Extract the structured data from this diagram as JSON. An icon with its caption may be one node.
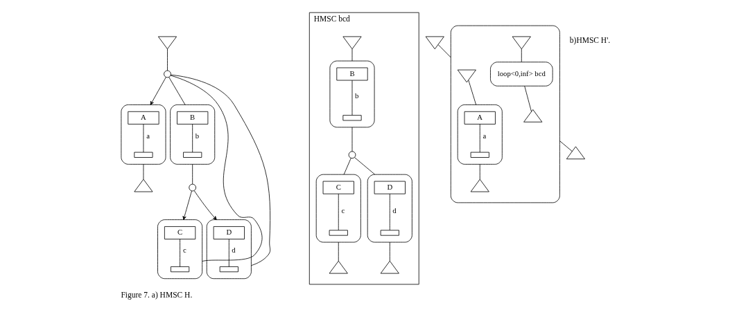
{
  "diagram": {
    "caption": "Figure 7. a) HMSC H.",
    "nodes": [
      {
        "text": [],
        "shape": "invtriangle"
      },
      {
        "text": [],
        "shape": "circle"
      },
      {
        "text": [],
        "shape": "box"
      },
      {
        "text": [
          "A"
        ],
        "in": 2
      },
      {
        "text": [],
        "shape": "bar",
        "in": 2
      },
      {
        "text": [],
        "shape": "box"
      },
      {
        "text": [
          "B"
        ],
        "in": 5
      },
      {
        "text": [],
        "shape": "bar",
        "in": 5
      },
      {
        "text": [],
        "shape": "triangle"
      },
      {
        "text": [],
        "shape": "circle"
      },
      {
        "text": [],
        "shape": "box"
      },
      {
        "text": [
          "C"
        ],
        "in": 10
      },
      {
        "text": [],
        "shape": "bar",
        "in": 10
      },
      {
        "text": [],
        "shape": "box"
      },
      {
        "text": [
          "D"
        ],
        "in": 13
      },
      {
        "text": [],
        "shape": "bar",
        "in": 13
      },
      {
        "text": [
          "HMSC bcd"
        ]
      },
      {
        "text": [],
        "shape": "invtriangle",
        "in": 16
      },
      {
        "text": [],
        "shape": "box",
        "in": 16
      },
      {
        "text": [
          "B"
        ],
        "in": 18
      },
      {
        "text": [],
        "shape": "bar",
        "in": 18
      },
      {
        "text": [],
        "shape": "circle",
        "in": 16
      },
      {
        "text": [],
        "shape": "box",
        "in": 16
      },
      {
        "text": [
          "C"
        ],
        "in": 22
      },
      {
        "text": [],
        "shape": "bar",
        "in": 22
      },
      {
        "text": [],
        "shape": "box",
        "in": 16
      },
      {
        "text": [
          "D"
        ],
        "in": 25
      },
      {
        "text": [],
        "shape": "bar",
        "in": 25
      },
      {
        "text": [],
        "shape": "triangle",
        "in": 16
      },
      {
        "text": [],
        "shape": "triangle",
        "in": 16
      },
      {
        "text": [],
        "shape": "invtriangle"
      },
      {
        "text": [],
        "shape": "box"
      },
      {
        "text": [],
        "shape": "invtriangle",
        "in": 31
      },
      {
        "text": [],
        "shape": "box",
        "in": 31
      },
      {
        "text": [
          "A"
        ],
        "in": 33
      },
      {
        "text": [],
        "shape": "bar",
        "in": 33
      },
      {
        "text": [],
        "shape": "triangle",
        "in": 31
      },
      {
        "text": [],
        "shape": "invtriangle",
        "in": 31
      },
      {
        "text": [
          "loop<0,inf> bcd"
        ],
        "in": 31
      },
      {
        "text": [],
        "shape": "triangle",
        "in": 31
      },
      {
        "text": [],
        "shape": "triangle"
      }
    ],
    "edges": [
      {
        "from": 0,
        "to": 1,
        "arrow": "none"
      },
      {
        "from": 1,
        "to": 2,
        "arrow": "to"
      },
      {
        "from": 1,
        "to": 5,
        "arrow": "none"
      },
      {
        "from": 3,
        "to": 4,
        "arrow": "none",
        "label": "a"
      },
      {
        "from": 2,
        "to": 8,
        "arrow": "none"
      },
      {
        "from": 6,
        "to": 7,
        "arrow": "none",
        "label": "b"
      },
      {
        "from": 5,
        "to": 9,
        "arrow": "none"
      },
      {
        "from": 9,
        "to": 10,
        "arrow": "to"
      },
      {
        "from": 9,
        "to": 13,
        "arrow": "to"
      },
      {
        "from": 11,
        "to": 12,
        "arrow": "none",
        "label": "c"
      },
      {
        "from": 14,
        "to": 15,
        "arrow": "none",
        "label": "d"
      },
      {
        "from": 10,
        "to": 1,
        "arrow": "none"
      },
      {
        "from": 13,
        "to": 1,
        "arrow": "none"
      },
      {
        "from": 17,
        "to": 18,
        "arrow": "none"
      },
      {
        "from": 19,
        "to": 20,
        "arrow": "none",
        "label": "b"
      },
      {
        "from": 18,
        "to": 21,
        "arrow": "none"
      },
      {
        "from": 21,
        "to": 22,
        "arrow": "none"
      },
      {
        "from": 21,
        "to": 25,
        "arrow": "none"
      },
      {
        "from": 23,
        "to": 24,
        "arrow": "none",
        "label": "c"
      },
      {
        "from": 26,
        "to": 27,
        "arrow": "none",
        "label": "d"
      },
      {
        "from": 22,
        "to": 28,
        "arrow": "none"
      },
      {
        "from": 25,
        "to": 29,
        "arrow": "none"
      },
      {
        "from": 30,
        "to": 31,
        "arrow": "none"
      },
      {
        "from": 32,
        "to": 33,
        "arrow": "none"
      },
      {
        "from": 34,
        "to": 35,
        "arrow": "none",
        "label": "a"
      },
      {
        "from": 33,
        "to": 36,
        "arrow": "none"
      },
      {
        "from": 37,
        "to": 38,
        "arrow": "none"
      },
      {
        "from": 38,
        "to": 39,
        "arrow": "none"
      },
      {
        "from": 31,
        "to": 40,
        "arrow": "none"
      }
    ],
    "labels": [
      "b)HMSC H'."
    ]
  }
}
